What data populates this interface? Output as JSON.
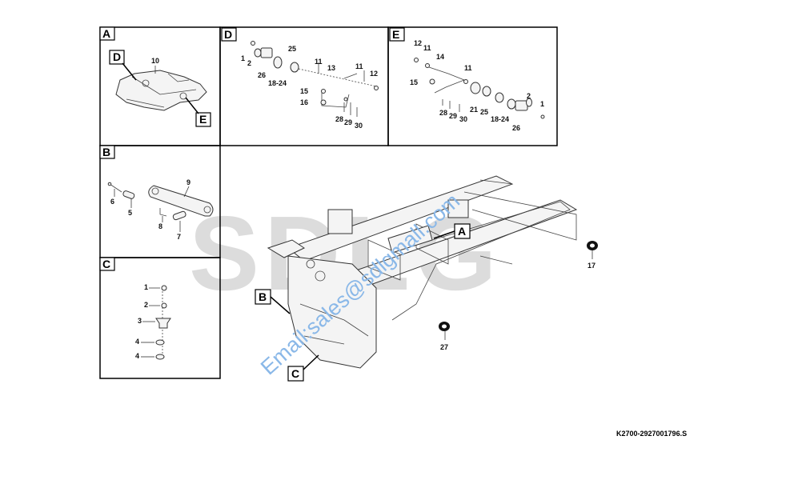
{
  "drawing_number": "K2700-2927001796.S",
  "watermark_text": "SDLG",
  "email_watermark": "Email:sales@sdlgmall.com",
  "panels": {
    "A": {
      "letter": "A",
      "callouts": [
        "10"
      ],
      "sub_refs": [
        "D",
        "E"
      ]
    },
    "B": {
      "letter": "B",
      "callouts": [
        "9",
        "6",
        "5",
        "8",
        "7"
      ]
    },
    "C": {
      "letter": "C",
      "callouts": [
        "1",
        "2",
        "3",
        "4",
        "4"
      ]
    },
    "D": {
      "letter": "D",
      "callouts": [
        "25",
        "1",
        "2",
        "26",
        "18-24",
        "11",
        "13",
        "11",
        "12",
        "15",
        "16",
        "28",
        "29",
        "30"
      ]
    },
    "E": {
      "letter": "E",
      "callouts": [
        "12",
        "11",
        "14",
        "11",
        "15",
        "21",
        "25",
        "18-24",
        "2",
        "1",
        "26",
        "28",
        "29",
        "30"
      ]
    }
  },
  "main_view": {
    "section_refs": [
      "A",
      "B",
      "C"
    ],
    "callouts": [
      "17",
      "27"
    ]
  },
  "colors": {
    "line": "#333333",
    "watermark": "#dcdcdc",
    "email": "#8ab8e8"
  }
}
